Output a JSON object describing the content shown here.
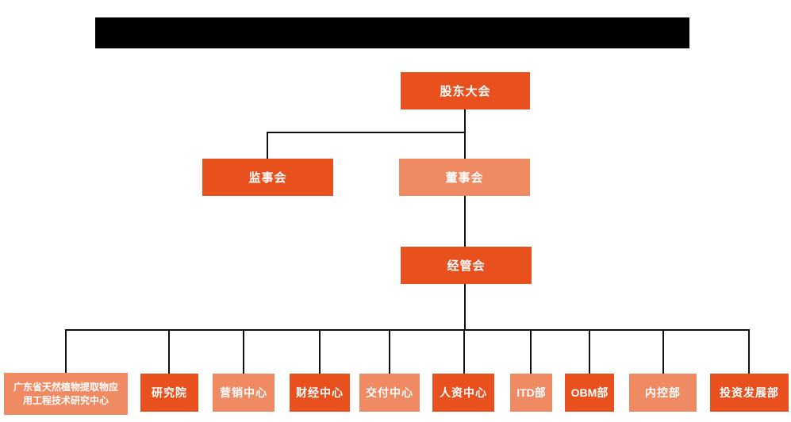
{
  "colors": {
    "primary_orange": "#E8501E",
    "light_orange": "#EF8A63",
    "connector_line": "#111111",
    "redacted_bar": "#000000",
    "node_text": "#FFFFFF",
    "background": "#FFFFFF"
  },
  "org_chart": {
    "root": {
      "label": "股东大会",
      "variant": "primary"
    },
    "level2": [
      {
        "label": "监事会",
        "variant": "primary"
      },
      {
        "label": "董事会",
        "variant": "light"
      }
    ],
    "level3": {
      "label": "经管会",
      "variant": "primary"
    },
    "departments": [
      {
        "label": "广东省天然植物提取物应用工程技术研究中心",
        "variant": "light"
      },
      {
        "label": "研究院",
        "variant": "primary"
      },
      {
        "label": "营销中心",
        "variant": "light"
      },
      {
        "label": "财经中心",
        "variant": "primary"
      },
      {
        "label": "交付中心",
        "variant": "light"
      },
      {
        "label": "人资中心",
        "variant": "primary"
      },
      {
        "label": "ITD部",
        "variant": "light"
      },
      {
        "label": "OBM部",
        "variant": "primary"
      },
      {
        "label": "内控部",
        "variant": "light"
      },
      {
        "label": "投资发展部",
        "variant": "primary"
      }
    ]
  }
}
